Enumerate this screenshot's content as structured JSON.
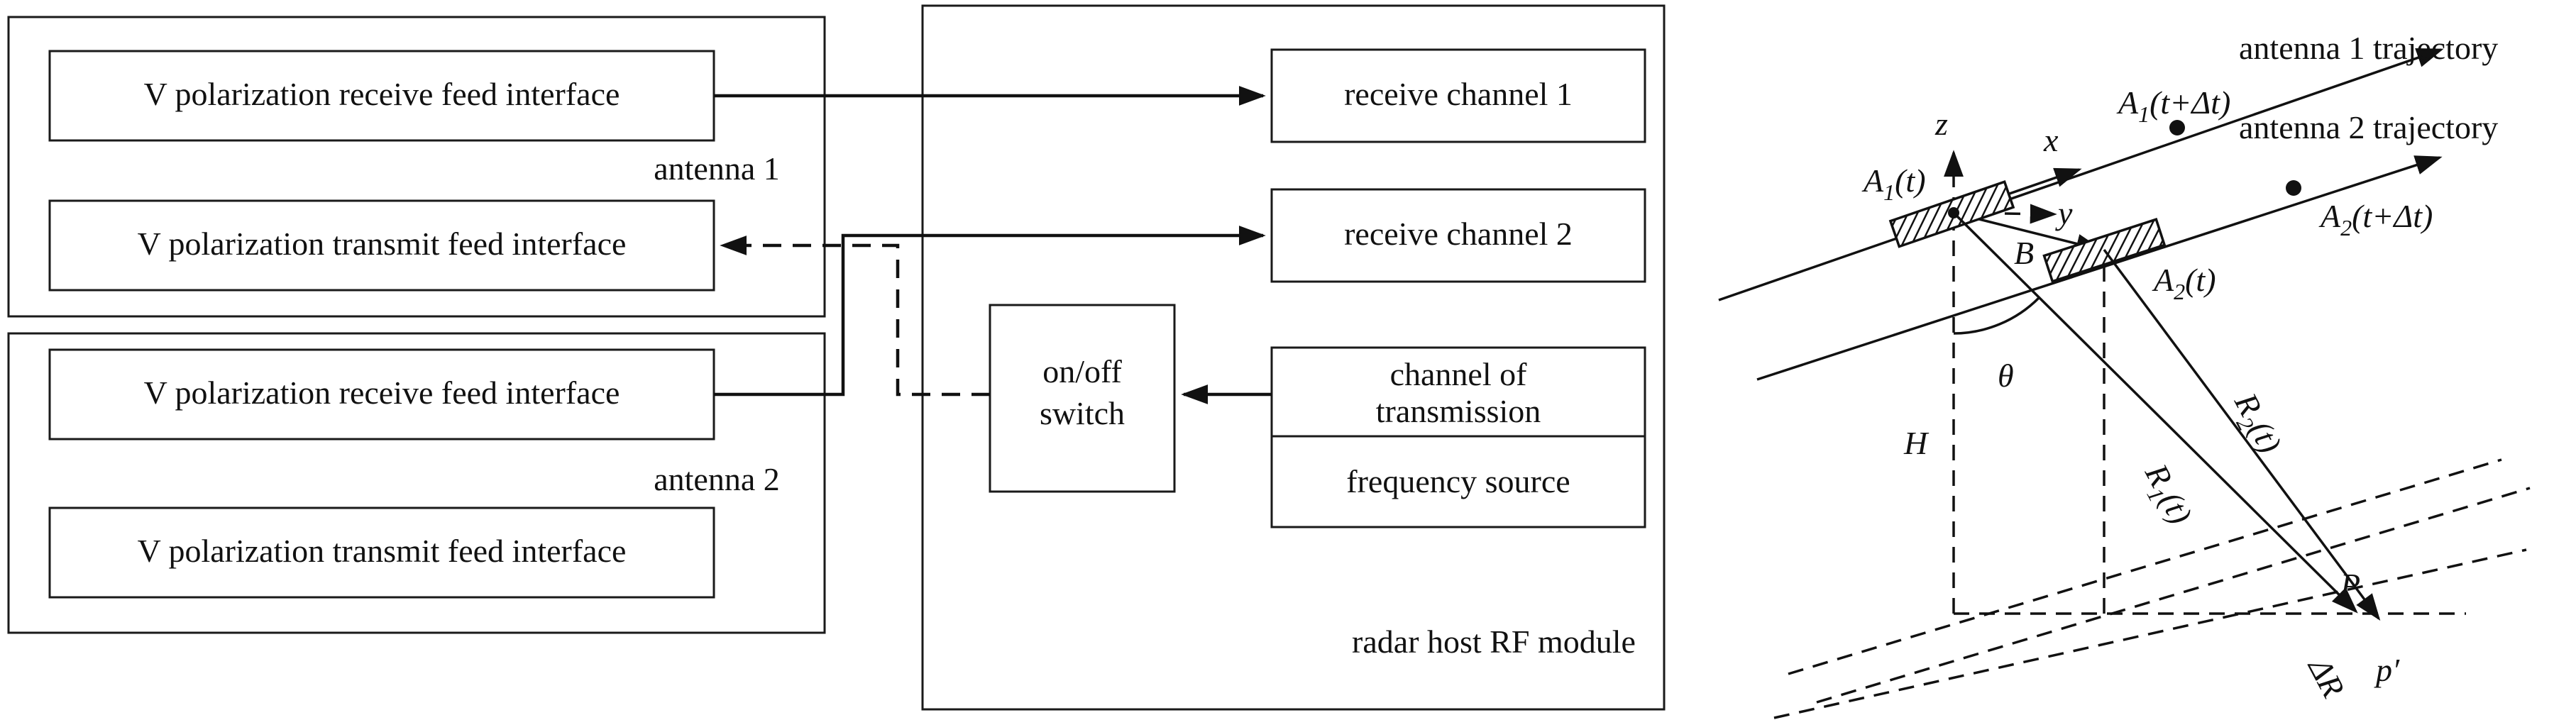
{
  "block_diagram": {
    "antenna1": {
      "label": "antenna 1",
      "receive_feed": "V polarization receive feed interface",
      "transmit_feed": "V polarization transmit feed interface"
    },
    "antenna2": {
      "label": "antenna 2",
      "receive_feed": "V polarization receive feed interface",
      "transmit_feed": "V polarization transmit feed interface"
    },
    "rf_module": {
      "label": "radar host RF module",
      "receive_channel_1": "receive channel 1",
      "receive_channel_2": "receive channel 2",
      "switch_line1": "on/off",
      "switch_line2": "switch",
      "transmission_line1": "channel of",
      "transmission_line2": "transmission",
      "frequency_source": "frequency source"
    }
  },
  "geometry_diagram": {
    "antenna1_trajectory": "antenna 1 trajectory",
    "antenna2_trajectory": "antenna 2 trajectory",
    "axis_z": "z",
    "axis_x": "x",
    "axis_y": "y",
    "a1t": {
      "main": "A",
      "sub": "1",
      "rest": "(t)"
    },
    "a1tdt": {
      "main": "A",
      "sub": "1",
      "rest": "(t+Δt)"
    },
    "a2t": {
      "main": "A",
      "sub": "2",
      "rest": "(t)"
    },
    "a2tdt": {
      "main": "A",
      "sub": "2",
      "rest": "(t+Δt)"
    },
    "baseline": "B",
    "look_angle": "θ",
    "height": "H",
    "r1": {
      "main": "R",
      "sub": "1",
      "rest": "(t)"
    },
    "r2": {
      "main": "R",
      "sub": "2",
      "rest": "(t)"
    },
    "point_p": "P",
    "point_p_prime": "p′",
    "delta_r": "ΔR"
  }
}
